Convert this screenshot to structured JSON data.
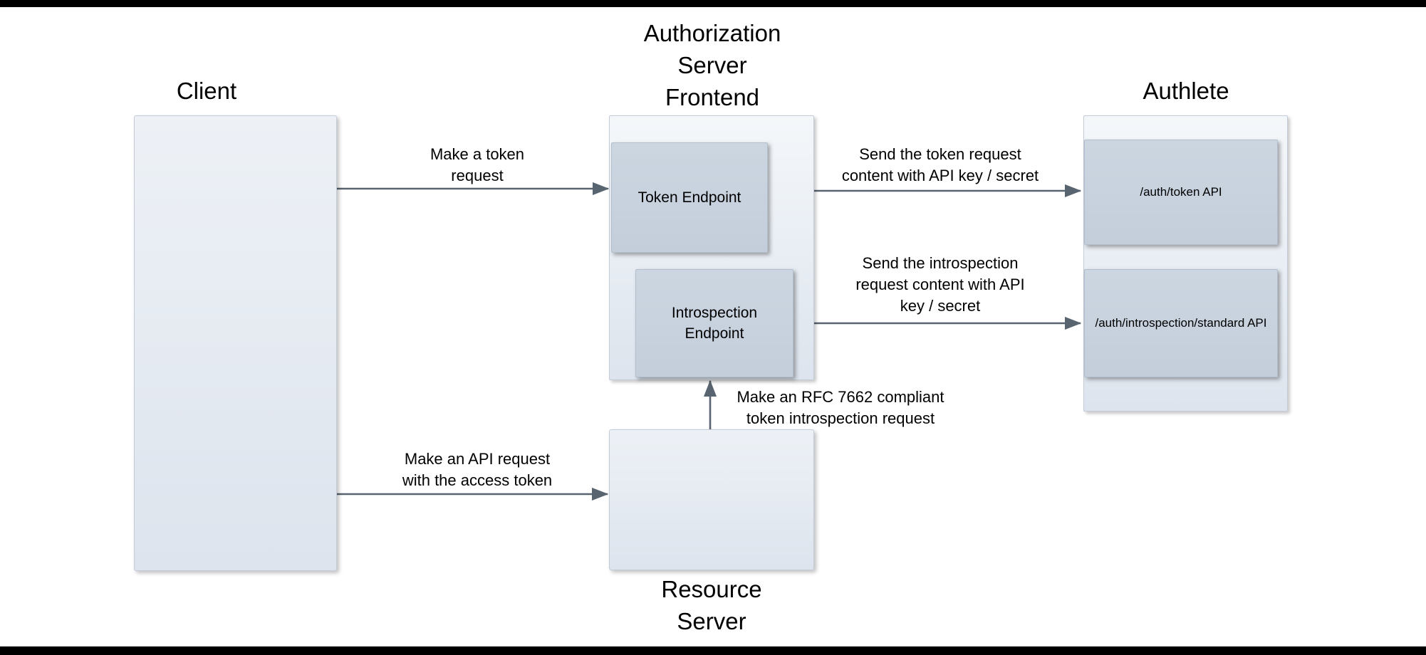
{
  "diagram": {
    "type": "architecture-flow",
    "background": "#ffffff",
    "accent_box_fill": "#c8d2de",
    "container_fill": "#e7ecf3",
    "arrow_color": "#58646f",
    "text_color": "#000000"
  },
  "nodes": {
    "client": {
      "title": "Client",
      "title_position": "above"
    },
    "authorization_server": {
      "title": "Authorization\nServer\nFrontend",
      "title_position": "above",
      "children": [
        {
          "label": "Token Endpoint"
        },
        {
          "label": "Introspection\nEndpoint"
        }
      ]
    },
    "authlete": {
      "title": "Authlete",
      "title_position": "above",
      "children": [
        {
          "label": "/auth/token API"
        },
        {
          "label": "/auth/introspection/standard API"
        }
      ]
    },
    "resource_server": {
      "title": "Resource\nServer",
      "title_position": "below"
    }
  },
  "edges": [
    {
      "id": "client-to-token-endpoint",
      "from": "client",
      "to": "token-endpoint",
      "label": "Make a token\nrequest"
    },
    {
      "id": "token-endpoint-to-auth-token-api",
      "from": "token-endpoint",
      "to": "auth-token-api",
      "label": "Send the token request\ncontent with API key / secret"
    },
    {
      "id": "introspection-endpoint-to-introspection-api",
      "from": "introspection-endpoint",
      "to": "auth-introspection-api",
      "label": "Send the introspection\nrequest content with API\nkey / secret"
    },
    {
      "id": "resource-server-to-introspection-endpoint",
      "from": "resource-server",
      "to": "introspection-endpoint",
      "label": "Make an RFC 7662 compliant\ntoken introspection request"
    },
    {
      "id": "client-to-resource-server",
      "from": "client",
      "to": "resource-server",
      "label": "Make an API request\nwith the access token"
    }
  ]
}
